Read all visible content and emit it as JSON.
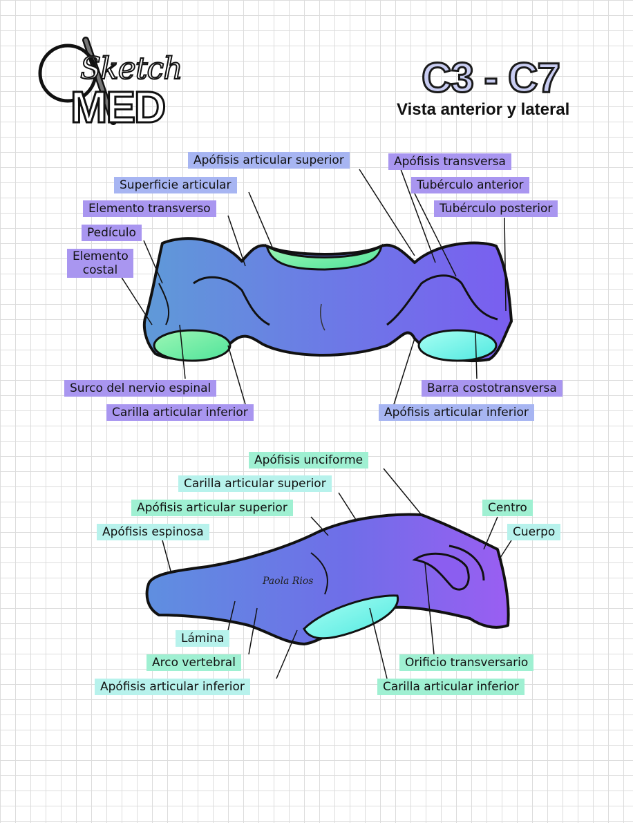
{
  "logo": {
    "sketch": "Sketch",
    "med": "MED"
  },
  "header": {
    "title": "C3 - C7",
    "subtitle": "Vista anterior y lateral"
  },
  "anterior": {
    "labels": {
      "apofisis_articular_superior": "Apófisis articular superior",
      "superficie_articular": "Superficie articular",
      "elemento_transverso": "Elemento transverso",
      "pediculo": "Pedículo",
      "elemento_costal_1": "Elemento",
      "elemento_costal_2": "costal",
      "apofisis_transversa": "Apófisis transversa",
      "tuberculo_anterior": "Tubérculo anterior",
      "tuberculo_posterior": "Tubérculo posterior",
      "surco_nervio_espinal": "Surco del nervio espinal",
      "carilla_articular_inferior": "Carilla articular inferior",
      "barra_costotransversa": "Barra costotransversa",
      "apofisis_articular_inferior": "Apófisis articular inferior"
    }
  },
  "lateral": {
    "signature": "Paola Rios",
    "labels": {
      "apofisis_unciforme": "Apófisis unciforme",
      "carilla_articular_superior": "Carilla articular superior",
      "apofisis_articular_superior": "Apófisis articular superior",
      "apofisis_espinosa": "Apófisis espinosa",
      "centro": "Centro",
      "cuerpo": "Cuerpo",
      "lamina": "Lámina",
      "arco_vertebral": "Arco vertebral",
      "apofisis_articular_inferior": "Apófisis articular inferior",
      "orificio_transversario": "Orificio transversario",
      "carilla_articular_inferior": "Carilla articular inferior"
    }
  },
  "colors": {
    "purple_label": "#a996f0",
    "blue_label": "#a7b5f2",
    "green_label": "#9ff0d2",
    "cyan_label": "#b7f2ec",
    "bone_blue": "#5f8fe0",
    "bone_purple": "#8a5ef0",
    "facet_green": "#7df2b0",
    "facet_cyan": "#6ef0e8"
  }
}
